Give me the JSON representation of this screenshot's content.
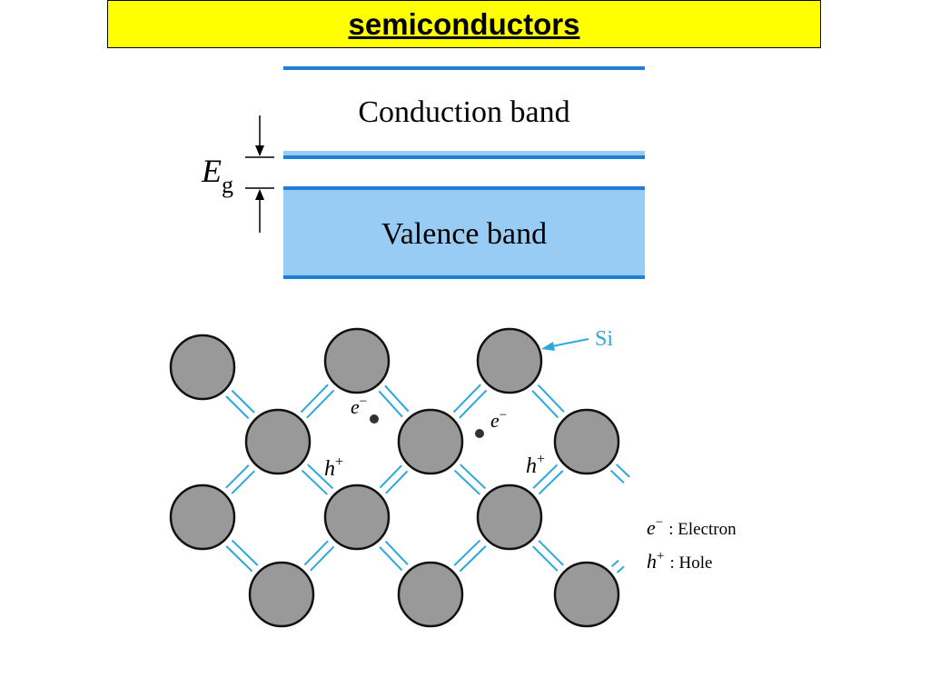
{
  "title": "semiconductors",
  "band_diagram": {
    "conduction_label": "Conduction band",
    "valence_label": "Valence band",
    "gap_symbol": "E",
    "gap_subscript": "g"
  },
  "lattice": {
    "atom_label": "Si",
    "electron_symbol": "e",
    "electron_sup": "−",
    "hole_symbol": "h",
    "hole_sup": "+",
    "legend": {
      "electron_symbol": "e",
      "electron_sup": "−",
      "electron_text": ":  Electron",
      "hole_symbol": "h",
      "hole_sup": "+",
      "hole_text": ":   Hole"
    }
  },
  "colors": {
    "title_bg": "#ffff00",
    "band_line": "#1f7fd6",
    "valence_fill": "#99ccf5",
    "atom_fill": "#999999",
    "bond": "#2ba7de",
    "si_label": "#2ba7de"
  }
}
